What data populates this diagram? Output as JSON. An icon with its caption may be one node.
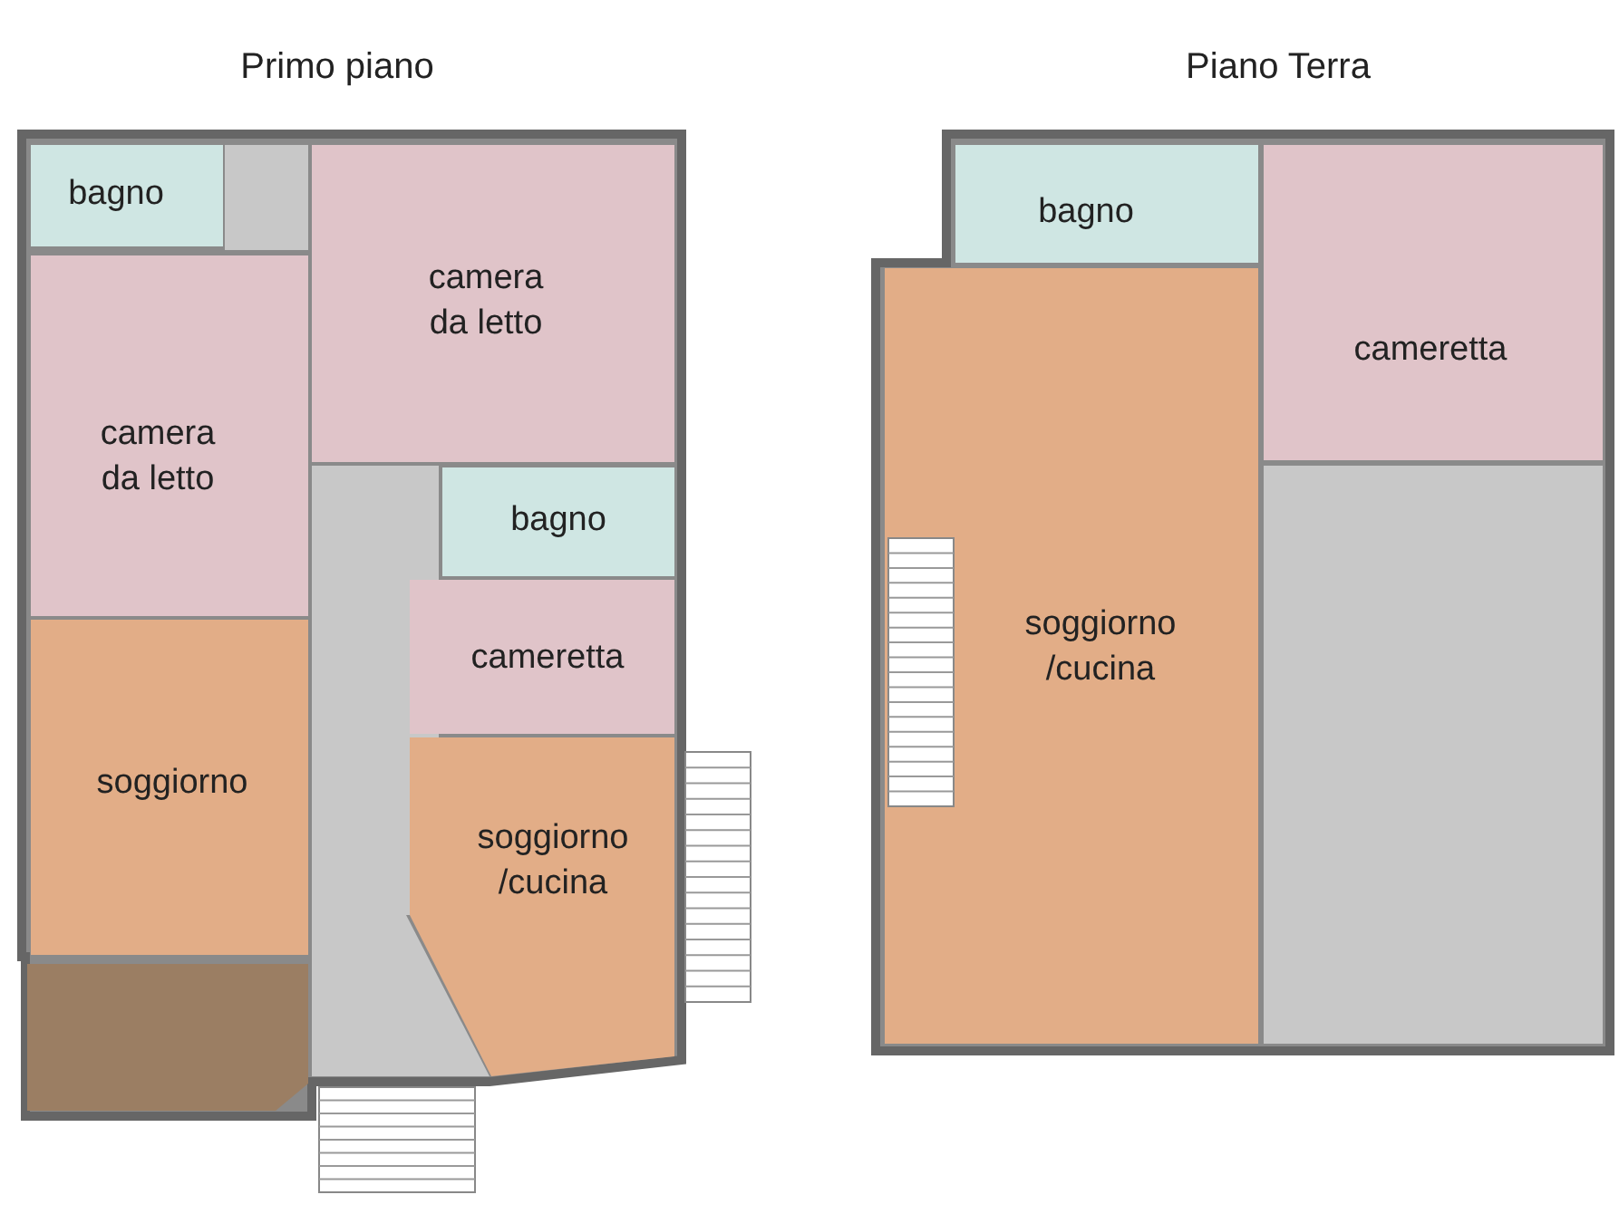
{
  "diagram": {
    "nodes": [
      {
        "text": [
          "Primo piano"
        ]
      },
      {
        "text": [
          "bagno"
        ],
        "in": 0
      },
      {
        "text": [],
        "shape": "box",
        "in": 0
      },
      {
        "text": [
          "camera da letto"
        ],
        "in": 0
      },
      {
        "text": [
          "camera da letto"
        ],
        "in": 0
      },
      {
        "text": [],
        "shape": "box",
        "in": 0
      },
      {
        "text": [
          "bagno"
        ],
        "in": 0
      },
      {
        "text": [
          "cameretta"
        ],
        "in": 0
      },
      {
        "text": [
          "soggiorno"
        ],
        "in": 0
      },
      {
        "text": [
          "soggiorno /cucina"
        ],
        "in": 0
      },
      {
        "text": [],
        "shape": "box",
        "in": 0
      },
      {
        "text": [
          "Piano Terra"
        ]
      },
      {
        "text": [
          "bagno"
        ],
        "in": 11
      },
      {
        "text": [
          "cameretta"
        ],
        "in": 11
      },
      {
        "text": [
          "soggiorno /cucina"
        ],
        "in": 11
      },
      {
        "text": [],
        "shape": "box",
        "in": 11
      }
    ]
  }
}
